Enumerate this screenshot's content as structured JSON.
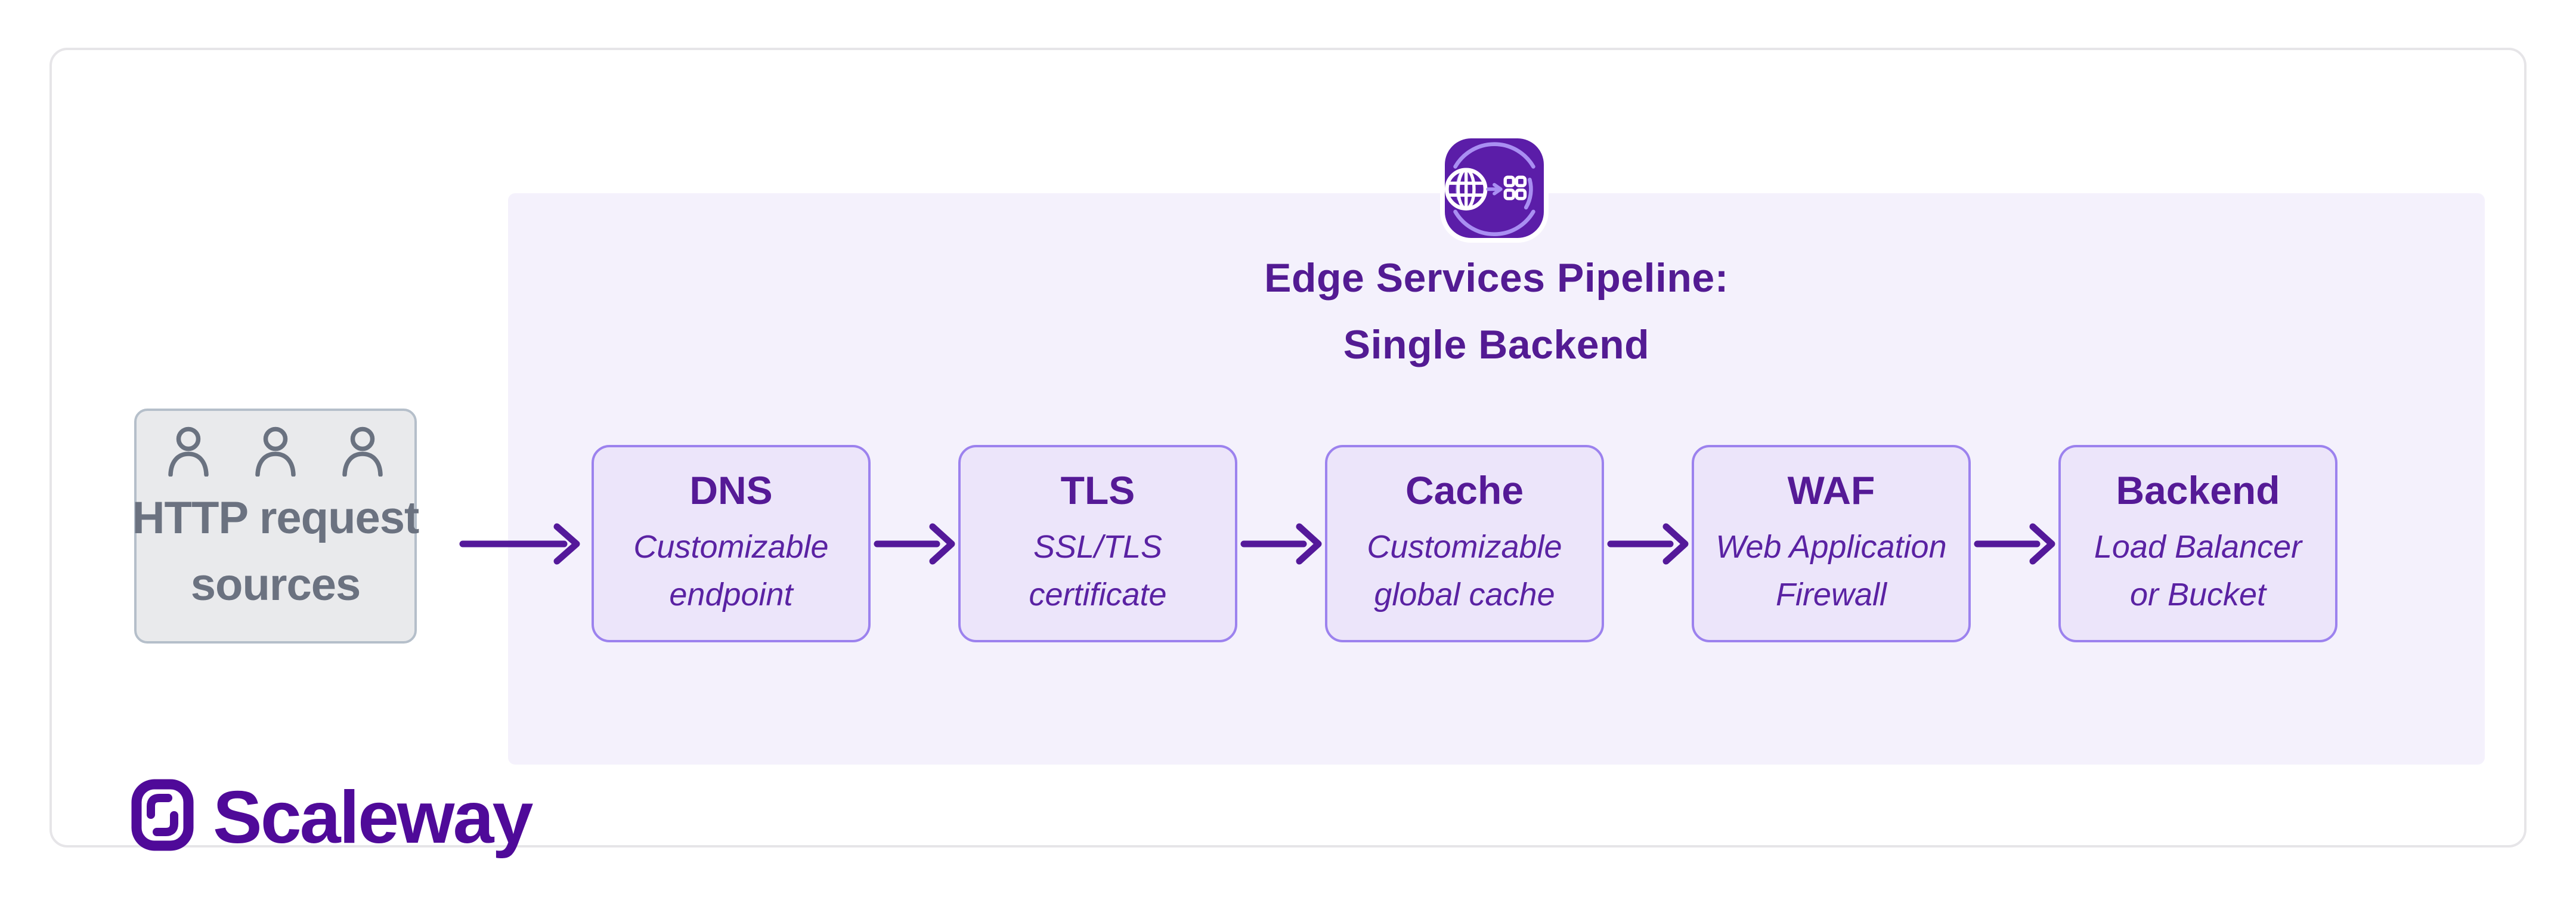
{
  "diagram": {
    "title_line1": "Edge Services Pipeline:",
    "title_line2": "Single Backend",
    "header_icon": "globe-to-grid-pipeline-icon",
    "source": {
      "icon": "person-icon",
      "icon_count": 3,
      "label_line1": "HTTP request",
      "label_line2": "sources"
    },
    "nodes": [
      {
        "id": "dns",
        "title": "DNS",
        "subtitle_line1": "Customizable",
        "subtitle_line2": "endpoint"
      },
      {
        "id": "tls",
        "title": "TLS",
        "subtitle_line1": "SSL/TLS",
        "subtitle_line2": "certificate"
      },
      {
        "id": "cache",
        "title": "Cache",
        "subtitle_line1": "Customizable",
        "subtitle_line2": "global cache"
      },
      {
        "id": "waf",
        "title": "WAF",
        "subtitle_line1": "Web Application",
        "subtitle_line2": "Firewall"
      },
      {
        "id": "backend",
        "title": "Backend",
        "subtitle_line1": "Load Balancer",
        "subtitle_line2": "or Bucket"
      }
    ],
    "flow_arrow_icon": "right-arrow-icon",
    "flow_arrow_count": 5,
    "logo": {
      "mark_icon": "scaleway-logo-mark",
      "text": "Scaleway"
    },
    "colors": {
      "brand_purple": "#4F0A99",
      "title_purple": "#531B93",
      "node_fill": "#ECE5FA",
      "node_border": "#9C82EE",
      "node_title": "#551A96",
      "node_subtitle": "#5A22A3",
      "arrow": "#54199A",
      "panel_bg": "#F4F1FC",
      "icon_bg": "#5B1DA8",
      "icon_accent": "#A98FF2",
      "source_fill": "#E9EAEC",
      "source_border": "#B5BFCA",
      "source_text": "#6B7280",
      "card_border": "#E6E5E8"
    }
  }
}
